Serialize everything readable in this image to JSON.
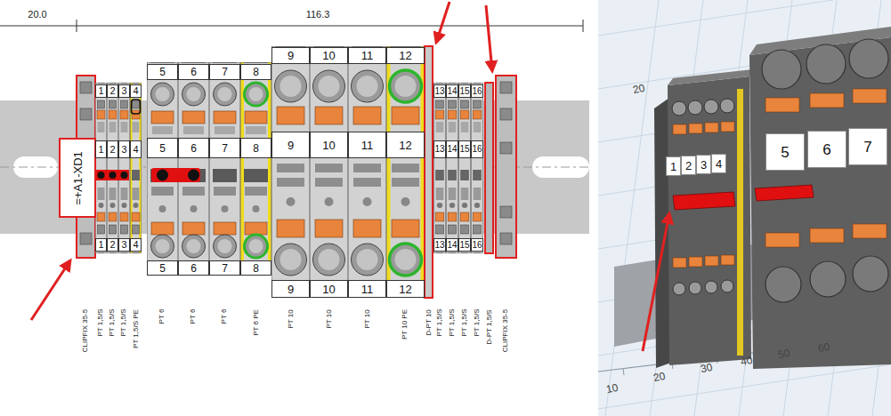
{
  "diagram": {
    "nodes": [
      {
        "text": [
          "=+A1-XD1"
        ]
      },
      {
        "text": [
          "1",
          "1",
          "1"
        ]
      },
      {
        "text": [
          "2",
          "2",
          "2"
        ]
      },
      {
        "text": [
          "3",
          "3",
          "3"
        ]
      },
      {
        "text": [
          "4",
          "4",
          "4"
        ]
      },
      {
        "text": [
          "5",
          "5",
          "5"
        ]
      },
      {
        "text": [
          "6",
          "6",
          "6"
        ]
      },
      {
        "text": [
          "7",
          "7",
          "7"
        ]
      },
      {
        "text": [
          "8",
          "8",
          "8"
        ]
      },
      {
        "text": [
          "9",
          "9",
          "9"
        ]
      },
      {
        "text": [
          "10",
          "10",
          "10"
        ]
      },
      {
        "text": [
          "11",
          "11",
          "11"
        ]
      },
      {
        "text": [
          "12",
          "12",
          "12"
        ]
      },
      {
        "text": [
          "13",
          "13",
          "13"
        ]
      },
      {
        "text": [
          "14",
          "14",
          "14"
        ]
      },
      {
        "text": [
          "15",
          "15",
          "15"
        ]
      },
      {
        "text": [
          "16",
          "16",
          "16"
        ]
      },
      {
        "text": [
          "1"
        ]
      },
      {
        "text": [
          "2"
        ]
      },
      {
        "text": [
          "3"
        ]
      },
      {
        "text": [
          "4"
        ]
      },
      {
        "text": [
          "5"
        ]
      },
      {
        "text": [
          "6"
        ]
      },
      {
        "text": [
          "7"
        ]
      }
    ],
    "labels": [
      "20.0",
      "116.3",
      "CLIPFIX 35-5",
      "PT 1,5/S",
      "PT 1,5/S",
      "PT 1,5/S",
      "PT 1,5/S PE",
      "PT 6",
      "PT 6",
      "PT 6",
      "PT 6 PE",
      "PT 10",
      "PT 10",
      "PT 10",
      "PT 10 PE",
      "D-PT 10",
      "PT 1,5/S",
      "PT 1,5/S",
      "PT 1,5/S",
      "PT 1,5/S",
      "D-PT 1,5/S",
      "CLIPFIX 35-5",
      "20",
      "10",
      "20",
      "30",
      "40",
      "50",
      "60"
    ]
  }
}
